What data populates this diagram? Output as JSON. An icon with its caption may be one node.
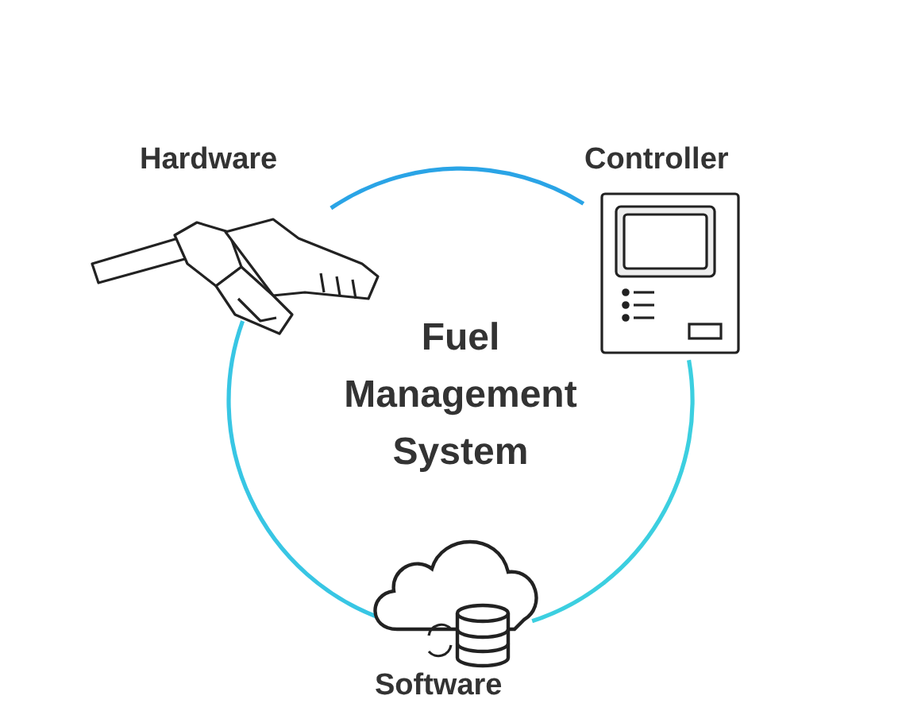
{
  "diagram": {
    "nodes": [
      {
        "text": [
          "Fuel Management System"
        ]
      },
      {
        "text": [
          "Hardware"
        ]
      },
      {
        "text": [
          "Controller"
        ]
      },
      {
        "text": [
          "Software"
        ]
      }
    ],
    "edges": [
      {
        "from": 1,
        "to": 2,
        "arrow": "none"
      },
      {
        "from": 2,
        "to": 3,
        "arrow": "none"
      },
      {
        "from": 3,
        "to": 1,
        "arrow": "none"
      }
    ]
  }
}
